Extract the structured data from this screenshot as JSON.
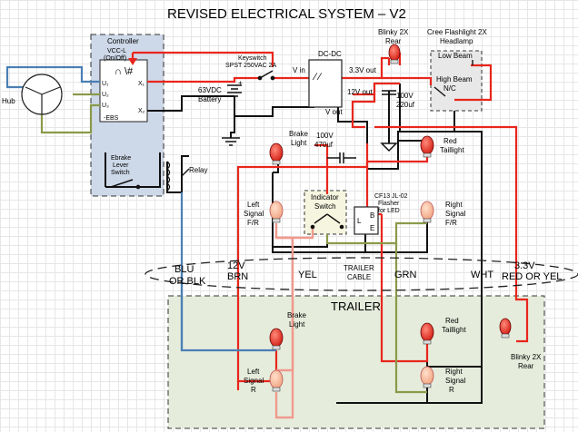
{
  "title": "REVISED ELECTRICAL SYSTEM – V2",
  "hub": {
    "label": "Hub"
  },
  "controller": {
    "title": "Controller",
    "vcc": "VCC-L",
    "onoff": "(On/Off)",
    "symbol": "∩ \\#",
    "u1": "U₁",
    "u2": "U₂",
    "u3": "U₃",
    "x1": "X₁",
    "x2": "X₂",
    "model": "-EBS",
    "ebrake_l1": "Ebrake",
    "ebrake_l2": "Lever",
    "ebrake_l3": "Switch"
  },
  "keyswitch": {
    "l1": "Keyswitch",
    "l2": "SPST 250VAC 2A"
  },
  "battery": {
    "plus": "+",
    "l1": "63VDC",
    "l2": "Battery"
  },
  "dcdc": {
    "title": "DC-DC",
    "vin": "V in",
    "symbol": "∕ ∕",
    "out33": "3.3V out",
    "out12": "12V out",
    "vout": "V out"
  },
  "cap1": {
    "l1": "100V",
    "l2": "220uf"
  },
  "cap2": {
    "l1": "100V",
    "l2": "470uf"
  },
  "relay": {
    "label": "Relay"
  },
  "blinky_front": {
    "l1": "Blinky 2X",
    "l2": "Rear"
  },
  "headlamp": {
    "l1": "Cree Flashlight 2X",
    "l2": "Headlamp",
    "low": "Low Beam",
    "high1": "High Beam",
    "high2": "N/C"
  },
  "brake_front": {
    "l1": "Brake",
    "l2": "Light"
  },
  "tail_front": {
    "l1": "Red",
    "l2": "Taillight"
  },
  "indicator": {
    "l1": "Indicator",
    "l2": "Switch"
  },
  "flasher": {
    "l1": "CF13 JL-02",
    "l2": "Flasher",
    "l3": "for LED",
    "l": "L",
    "b": "B",
    "e": "E"
  },
  "left_front": {
    "l1": "Left",
    "l2": "Signal",
    "l3": "F/R"
  },
  "right_front": {
    "l1": "Right",
    "l2": "Signal",
    "l3": "F/R"
  },
  "cable": {
    "blu": "BLU",
    "orblk": "OR BLK",
    "v12": "12V",
    "brn": "BRN",
    "yel": "YEL",
    "trailer1": "TRAILER",
    "trailer2": "CABLE",
    "grn": "GRN",
    "wht": "WHT",
    "v33": "3.3V",
    "redoryel": "RED OR YEL"
  },
  "trailer": {
    "title": "TRAILER",
    "brake1": "Brake",
    "brake2": "Light",
    "tail1": "Red",
    "tail2": "Taillight",
    "left1": "Left",
    "left2": "Signal",
    "left3": "R",
    "right1": "Right",
    "right2": "Signal",
    "right3": "R",
    "blinky1": "Blinky 2X",
    "blinky2": "Rear"
  },
  "colors": {
    "red": "#e8261c",
    "black": "#111111",
    "blue": "#4a7fb5",
    "olive": "#8a9a4a",
    "pink": "#f09a8e",
    "orange": "#f0a080",
    "controller_bg": "#cdd8e8",
    "trailer_bg": "#e6ecdc"
  }
}
